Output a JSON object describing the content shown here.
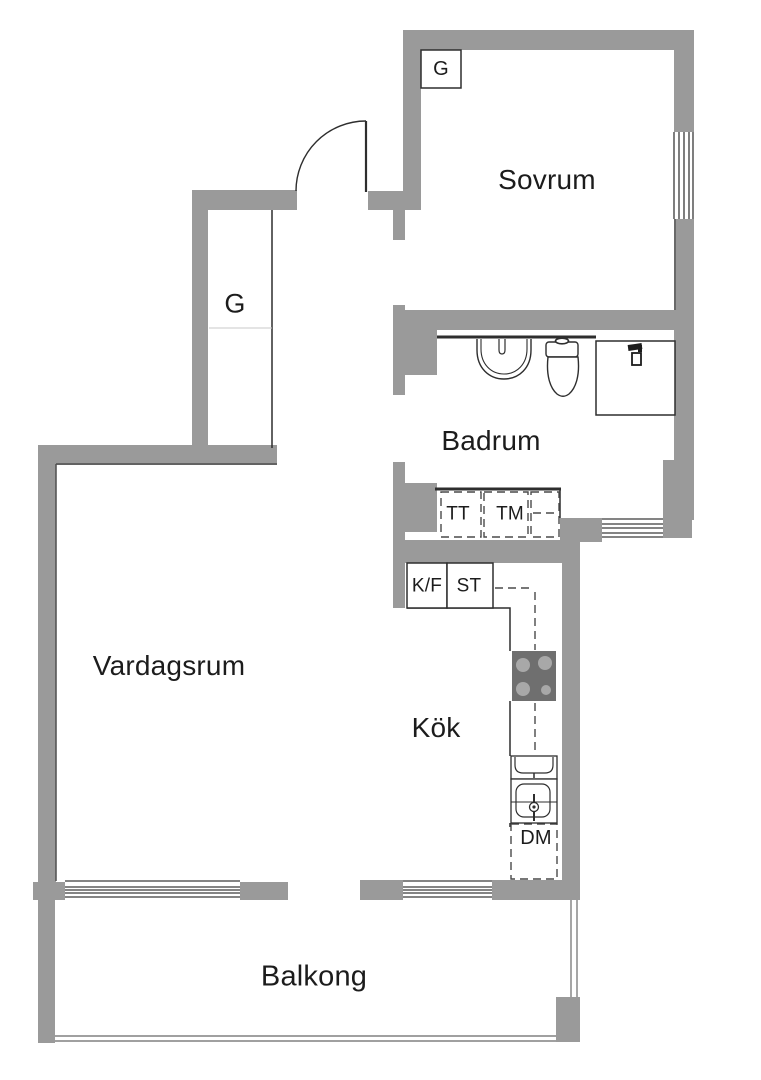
{
  "plan": {
    "type": "apartment-floor-plan",
    "language": "sv",
    "rooms": {
      "sovrum": "Sovrum",
      "badrum": "Badrum",
      "vardagsrum": "Vardagsrum",
      "kok": "Kök",
      "balkong": "Balkong"
    },
    "closets": {
      "hall": "G",
      "sovrum": "G"
    },
    "appliances": {
      "tt": "TT",
      "tm": "TM",
      "kf": "K/F",
      "st": "ST",
      "dm": "DM"
    },
    "colors": {
      "background": "#ffffff",
      "wall": "#9a9a9a",
      "line": "#2e2e2e",
      "text": "#1c1c1c",
      "stove": "#6f6f6f",
      "burner": "#a8a8a8",
      "railing": "#808080"
    }
  }
}
